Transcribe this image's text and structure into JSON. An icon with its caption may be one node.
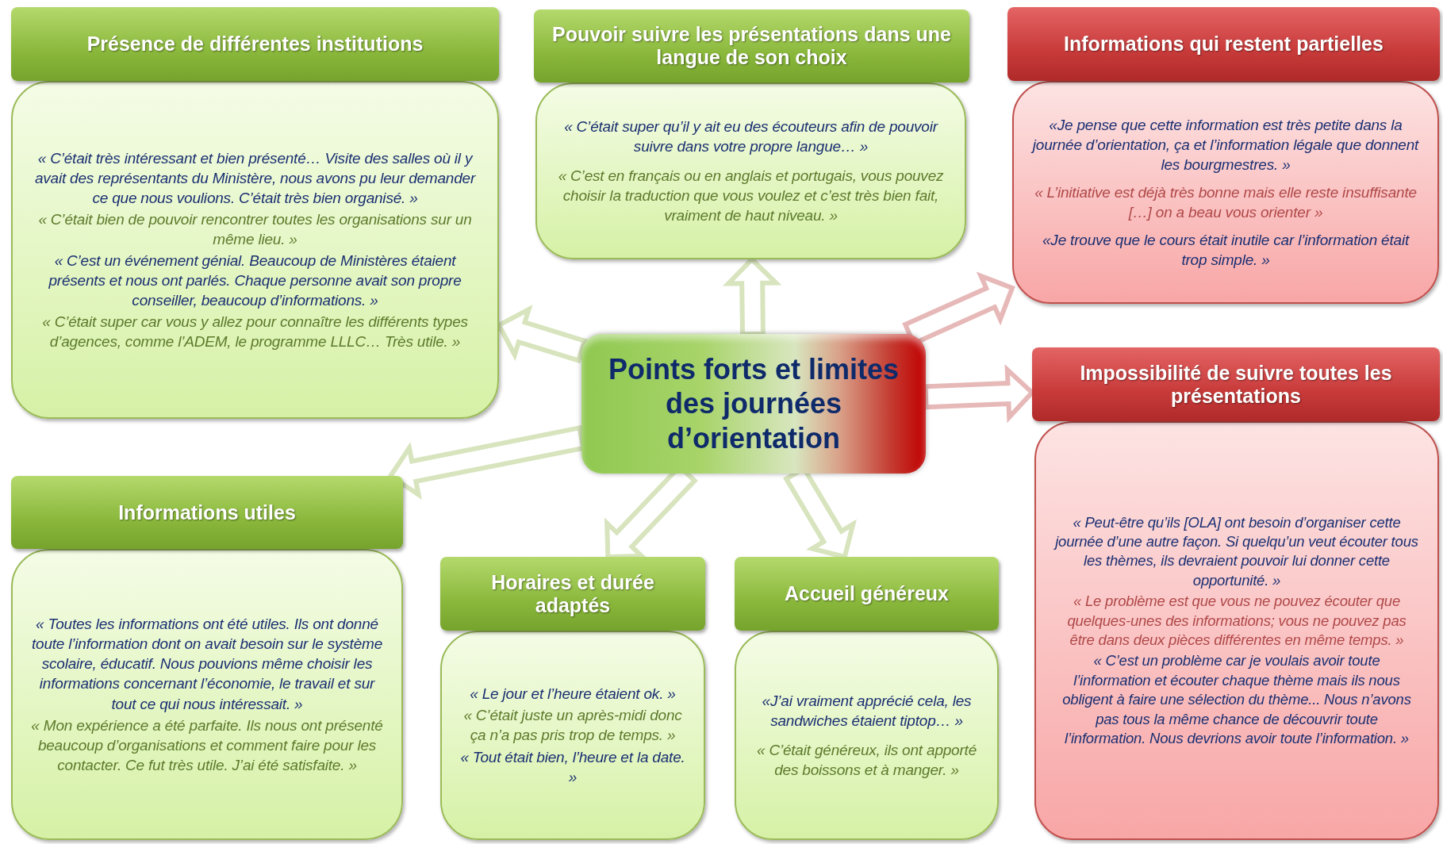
{
  "diagram": {
    "nodes": [
      {
        "text": [
          "Points forts et limites des journées d’orientation"
        ]
      },
      {
        "text": [
          "Présence de différentes institutions"
        ]
      },
      {
        "text": [
          "« C’était très intéressant et bien présenté… Visite des salles où il y avait des représentants du Ministère, nous avons pu leur demander ce que nous voulions. C’était très bien organisé. »",
          "« C’était bien de pouvoir rencontrer toutes les organisations sur un même lieu. »",
          "« C’est un événement génial. Beaucoup de Ministères étaient présents et nous ont parlés. Chaque personne avait son propre conseiller, beaucoup d’informations. »",
          "« C’était super car vous y allez pour connaître les différents types d’agences, comme l’ADEM, le programme LLLC… Très utile. »"
        ]
      },
      {
        "text": [
          "Pouvoir suivre les présentations dans une langue de son choix"
        ]
      },
      {
        "text": [
          "« C’était super qu’il y ait eu des écouteurs afin de pouvoir suivre dans votre propre langue… »",
          "« C’est en français ou en anglais et portugais, vous pouvez choisir la traduction que vous voulez et c’est très bien fait, vraiment de haut niveau. »"
        ]
      },
      {
        "text": [
          "Informations qui restent partielles"
        ]
      },
      {
        "text": [
          "«Je pense que cette information est très petite dans la journée d’orientation, ça et l’information légale que donnent les bourgmestres. »",
          "« L’initiative est déjà très bonne mais elle reste insuffisante […] on a beau vous orienter »",
          "«Je trouve que le cours était inutile car l’information était trop simple. »"
        ]
      },
      {
        "text": [
          "Impossibilité de suivre toutes les présentations"
        ]
      },
      {
        "text": [
          "« Peut-être qu’ils [OLA] ont besoin d’organiser cette journée d’une autre façon. Si quelqu’un veut écouter tous les thèmes, ils devraient pouvoir lui donner cette opportunité. »",
          "« Le problème est que vous ne pouvez écouter que quelques-unes des informations; vous ne pouvez pas être dans deux pièces différentes en même temps. »",
          "« C’est un problème car je voulais avoir toute l’information et écouter chaque thème mais ils nous obligent à faire une sélection du thème... Nous n’avons pas tous la même chance de découvrir toute l’information. Nous devrions avoir toute l’information. »"
        ]
      },
      {
        "text": [
          "Informations utiles"
        ]
      },
      {
        "text": [
          "« Toutes les informations ont été utiles. Ils ont donné toute l’information dont on avait besoin sur le système scolaire, éducatif. Nous pouvions même choisir les informations concernant l’économie, le travail et sur tout ce qui nous intéressait. »",
          "« Mon expérience a été parfaite. Ils nous ont présenté beaucoup d’organisations et comment faire pour les contacter. Ce fut très utile. J’ai été satisfaite. »"
        ]
      },
      {
        "text": [
          "Horaires et durée adaptés"
        ]
      },
      {
        "text": [
          "« Le jour et l’heure étaient ok. »",
          "« C’était juste un après-midi donc ça n’a pas pris trop de temps. »",
          "« Tout était bien, l’heure et la date. »"
        ]
      },
      {
        "text": [
          "Accueil généreux"
        ]
      },
      {
        "text": [
          "«J’ai vraiment apprécié cela, les sandwiches étaient tiptop… »",
          "« C’était généreux, ils ont apporté des boissons et à manger. »"
        ]
      }
    ],
    "edges": [
      {
        "from": 0,
        "to": 2,
        "arrow": "to"
      },
      {
        "from": 0,
        "to": 4,
        "arrow": "to"
      },
      {
        "from": 0,
        "to": 6,
        "arrow": "to",
        "color": "#e6b9b8"
      },
      {
        "from": 0,
        "to": 7,
        "arrow": "to",
        "color": "#e6b9b8"
      },
      {
        "from": 0,
        "to": 9,
        "arrow": "to"
      },
      {
        "from": 0,
        "to": 11,
        "arrow": "to"
      },
      {
        "from": 0,
        "to": 13,
        "arrow": "to"
      }
    ]
  }
}
